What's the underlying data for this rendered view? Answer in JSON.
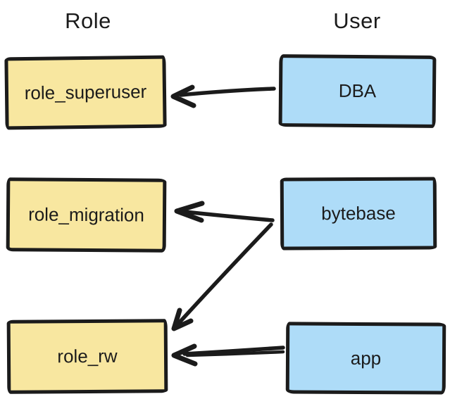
{
  "headers": {
    "role": "Role",
    "user": "User"
  },
  "nodes": {
    "role_superuser": {
      "label": "role_superuser",
      "type": "role"
    },
    "role_migration": {
      "label": "role_migration",
      "type": "role"
    },
    "role_rw": {
      "label": "role_rw",
      "type": "role"
    },
    "dba": {
      "label": "DBA",
      "type": "user"
    },
    "bytebase": {
      "label": "bytebase",
      "type": "user"
    },
    "app": {
      "label": "app",
      "type": "user"
    }
  },
  "edges": [
    {
      "from": "DBA",
      "to": "role_superuser"
    },
    {
      "from": "bytebase",
      "to": "role_migration"
    },
    {
      "from": "bytebase",
      "to": "role_rw"
    },
    {
      "from": "app",
      "to": "role_rw"
    }
  ],
  "colors": {
    "role_fill": "#f8e7a0",
    "user_fill": "#aedcf8",
    "stroke": "#1b1b1b",
    "text": "#1b1b1b",
    "background": "#ffffff"
  }
}
